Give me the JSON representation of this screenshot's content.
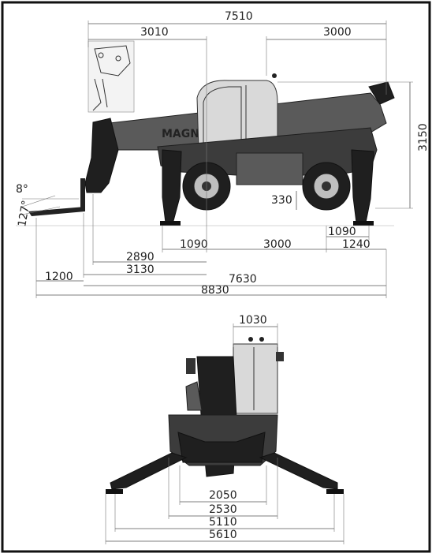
{
  "side_view": {
    "dims": {
      "overall_top": "7510",
      "boom_top": "3010",
      "rear_top": "3000",
      "height": "3150",
      "ground_clear": "330",
      "front_outrig": "1090",
      "wheelbase": "3000",
      "rear_outrig": "1090",
      "rear_overhang": "1240",
      "front_2890": "2890",
      "front_3130": "3130",
      "fork_len": "1200",
      "len_7630": "7630",
      "len_8830": "8830",
      "tilt_up": "8°",
      "tilt_down": "127°"
    },
    "boom_text": "MAGNI"
  },
  "front_view": {
    "dims": {
      "cab_width": "1030",
      "w2050": "2050",
      "w2530": "2530",
      "w5110": "5110",
      "w5610": "5610"
    }
  }
}
